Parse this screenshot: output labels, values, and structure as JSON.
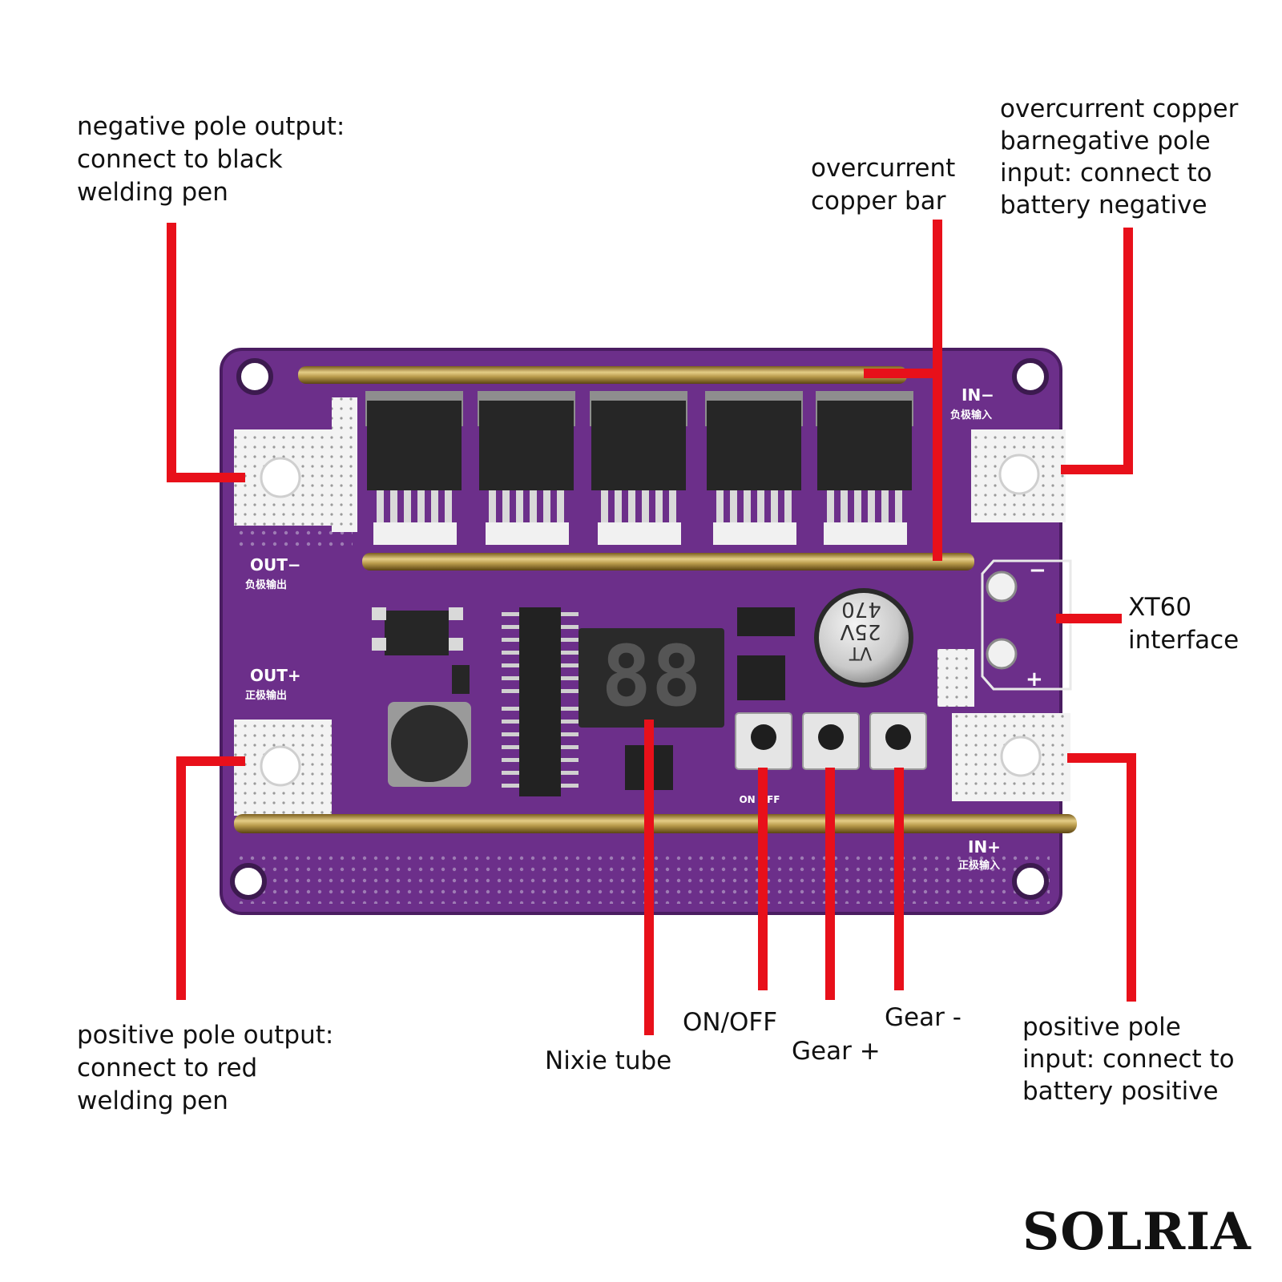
{
  "callouts": {
    "neg_out": [
      "negative pole output:",
      "connect to black",
      "welding pen"
    ],
    "copper_bar": [
      "overcurrent",
      "copper bar"
    ],
    "neg_in": [
      "overcurrent copper",
      "barnegative pole",
      "input: connect to",
      "battery negative"
    ],
    "xt60": [
      "XT60",
      "interface"
    ],
    "pos_out": [
      "positive pole output:",
      "connect to red",
      "welding pen"
    ],
    "nixie": [
      "Nixie tube"
    ],
    "onoff": [
      "ON/OFF"
    ],
    "gear_plus": [
      "Gear +"
    ],
    "gear_minus": [
      "Gear -"
    ],
    "pos_in": [
      "positive pole",
      "input: connect to",
      "battery positive"
    ]
  },
  "board": {
    "silk_out_minus": "OUT−",
    "silk_out_minus_cn": "负极输出",
    "silk_out_plus": "OUT+",
    "silk_out_plus_cn": "正极输出",
    "silk_in_minus": "IN−",
    "silk_in_minus_cn": "负极输入",
    "silk_in_plus": "IN+",
    "silk_in_plus_cn": "正极输入",
    "display_digits": "88",
    "capacitor_text": [
      "470",
      "25V",
      "VT"
    ],
    "xt60_minus": "−",
    "xt60_plus": "+",
    "button_label": "ON OFF"
  },
  "brand": "SOLRIA",
  "colors": {
    "leader": "#e8101a",
    "pcb": "#6c2f8a",
    "pcb_dark": "#4a1d61",
    "pad": "#f1f1f1",
    "copper": "#b89a4a",
    "component": "#262626"
  }
}
